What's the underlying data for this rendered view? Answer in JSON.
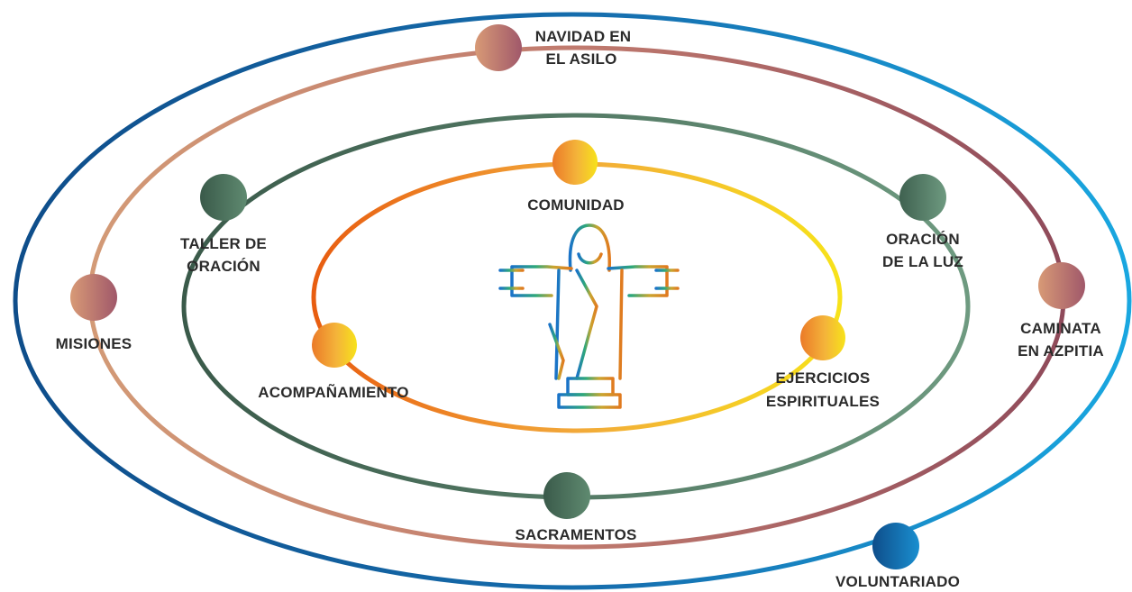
{
  "nodes": {
    "navidad": {
      "line1": "NAVIDAD EN",
      "line2": "EL ASILO"
    },
    "misiones": {
      "label": "MISIONES"
    },
    "caminata": {
      "line1": "CAMINATA",
      "line2": "EN AZPITIA"
    },
    "voluntariado": {
      "label": "VOLUNTARIADO"
    },
    "taller": {
      "line1": "TALLER DE",
      "line2": "ORACIÓN"
    },
    "oracion_luz": {
      "line1": "ORACIÓN",
      "line2": "DE LA LUZ"
    },
    "sacramentos": {
      "label": "SACRAMENTOS"
    },
    "comunidad": {
      "label": "COMUNIDAD"
    },
    "acompanamiento": {
      "label": "ACOMPAÑAMIENTO"
    },
    "ejercicios": {
      "line1": "EJERCICIOS",
      "line2": "ESPIRITUALES"
    }
  },
  "colors": {
    "outer_ring": [
      "#0e4d8a",
      "#19a7e0"
    ],
    "second_ring": [
      "#d39a76",
      "#8f4a5a"
    ],
    "third_ring": [
      "#3a5a4a",
      "#6e9a80"
    ],
    "inner_ring": [
      "#e85d10",
      "#f7e21a"
    ],
    "figure": [
      "#1a73c8",
      "#2fa87a",
      "#c9a530",
      "#e07a1f"
    ]
  }
}
